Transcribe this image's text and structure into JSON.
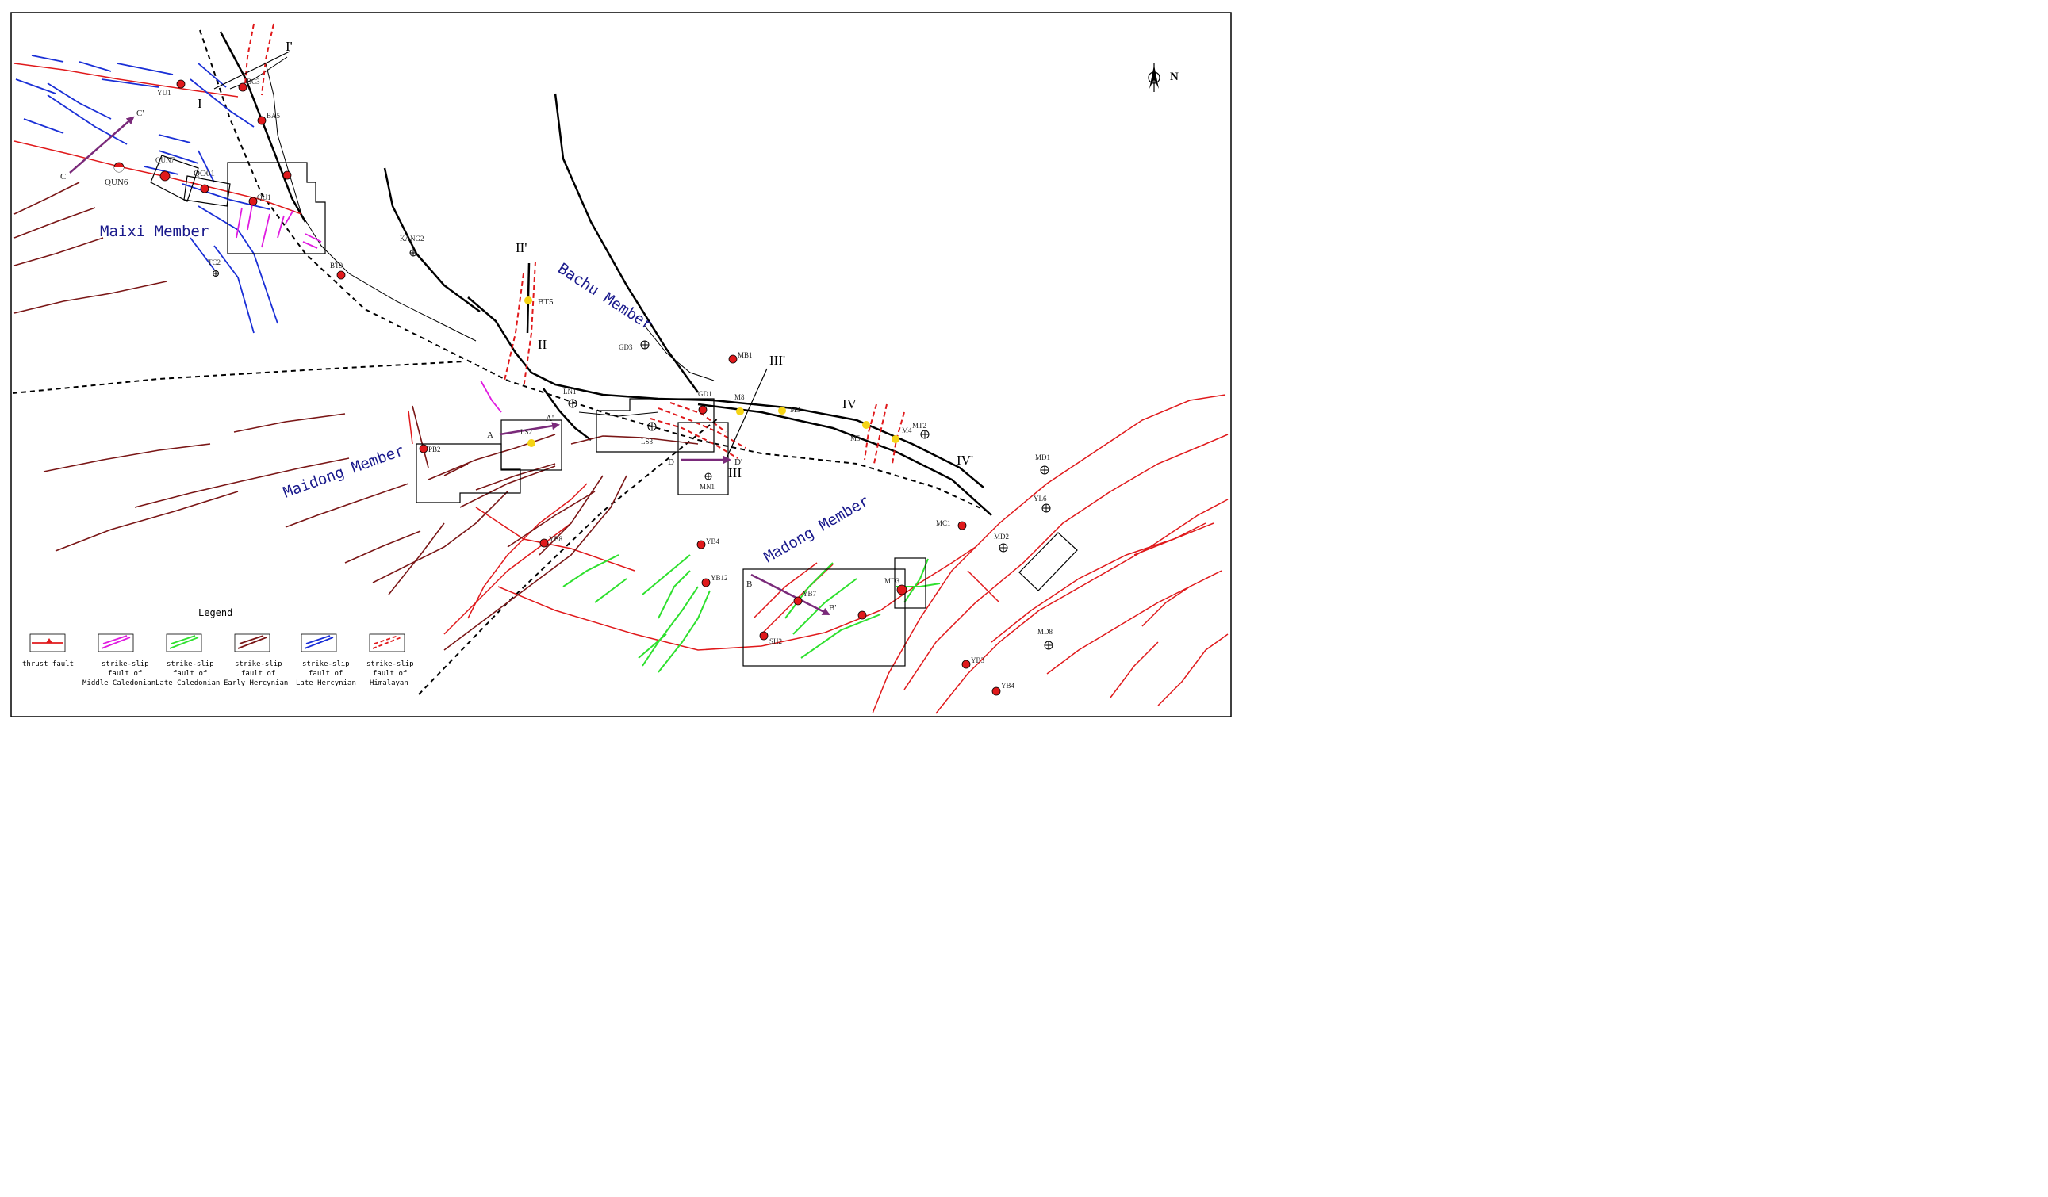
{
  "north_label": "N",
  "members": {
    "maixi": "Maixi Member",
    "bachu": "Bachu Member",
    "maidong": "Maidong Member",
    "madong": "Madong Member"
  },
  "sections": {
    "I": "I",
    "I_prime": "I'",
    "II": "II",
    "II_prime": "II'",
    "III": "III",
    "III_prime": "III'",
    "IV": "IV",
    "IV_prime": "IV'",
    "A": "A",
    "A_prime": "A'",
    "B": "B",
    "B_prime": "B'",
    "C": "C",
    "C_prime": "C'",
    "D": "D",
    "D_prime": "D'"
  },
  "wells": {
    "YU1": "YU1",
    "BC3": "BC3",
    "BA5": "BA5",
    "QUN7": "QUN7",
    "QUN6": "QUN6",
    "QO01": "QO01",
    "QU1": "QU1",
    "TC2": "TC2",
    "BT9": "BT9",
    "KANG2": "KANG2",
    "BT5": "BT5",
    "GD3": "GD3",
    "MB1": "MB1",
    "GD1": "GD1",
    "M8": "M8",
    "M3": "M3",
    "M5": "M5",
    "M4": "M4",
    "MT2": "MT2",
    "LN1": "LN1",
    "LS2": "LS2",
    "LS3": "LS3",
    "PB2": "PB2",
    "MN1": "MN1",
    "MD1": "MD1",
    "YL6": "YL6",
    "MC1": "MC1",
    "MD2": "MD2",
    "YB8": "YB8",
    "YB4a": "YB4",
    "YB12": "YB12",
    "YB7": "YB7",
    "MD3": "MD3",
    "SH2": "SH2",
    "MD8": "MD8",
    "YB3": "YB3",
    "YB4b": "YB4"
  },
  "legend": {
    "title": "Legend",
    "items": [
      {
        "line1": "thrust fault",
        "line2": "",
        "line3": "",
        "color": "#e0191b"
      },
      {
        "line1": "strike-slip",
        "line2": "fault of",
        "line3": "Middle Caledonian",
        "color": "#e01ce0"
      },
      {
        "line1": "strike-slip",
        "line2": "fault of",
        "line3": "Late Caledonian",
        "color": "#2ee02e"
      },
      {
        "line1": "strike-slip",
        "line2": "fault of",
        "line3": "Early Hercynian",
        "color": "#7a1616"
      },
      {
        "line1": "strike-slip",
        "line2": "fault of",
        "line3": "Late Hercynian",
        "color": "#1a2fd6"
      },
      {
        "line1": "strike-slip",
        "line2": "fault of",
        "line3": "Himalayan",
        "color": "#e0191b"
      }
    ]
  },
  "colors": {
    "thrust": "#e0191b",
    "middle_caledonian": "#e01ce0",
    "late_caledonian": "#2ee02e",
    "early_hercynian": "#7a1616",
    "late_hercynian": "#1a2fd6",
    "himalayan": "#e0191b",
    "arrow": "#7a2a7a",
    "well_red": "#e0191b",
    "well_yellow": "#f5d415"
  }
}
